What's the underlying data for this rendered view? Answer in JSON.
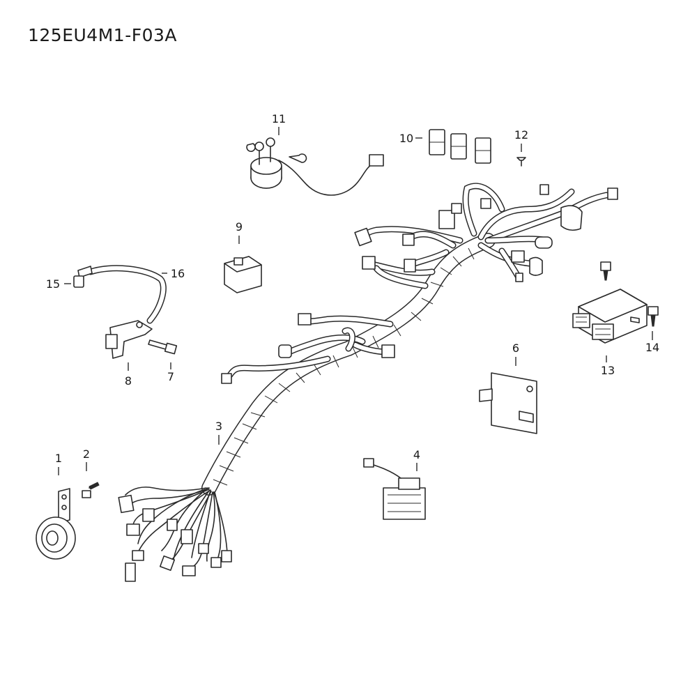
{
  "title": "125EU4M1-F03A",
  "callouts": {
    "c1": "1",
    "c2": "2",
    "c3": "3",
    "c4": "4",
    "c6": "6",
    "c7": "7",
    "c8": "8",
    "c9": "9",
    "c10": "10",
    "c11": "11",
    "c12": "12",
    "c13": "13",
    "c14": "14",
    "c15": "15",
    "c16": "16"
  }
}
